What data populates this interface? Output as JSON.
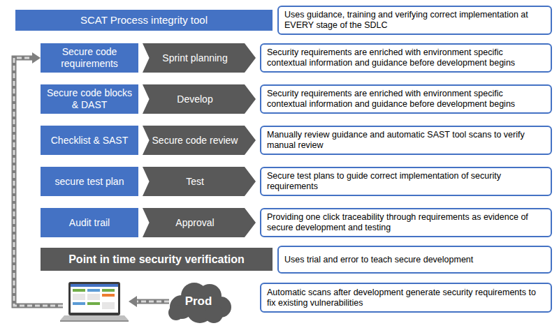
{
  "diagram": {
    "nodes": [
      {
        "text": [
          "SCAT Process integrity tool"
        ]
      },
      {
        "text": [
          "Uses guidance, training and verifying correct implementation at EVERY stage of the SDLC"
        ]
      },
      {
        "text": [
          "Secure code requirements"
        ]
      },
      {
        "text": [
          "Sprint planning"
        ]
      },
      {
        "text": [
          "Security requirements are enriched with environment specific contextual information and guidance before development begins"
        ]
      },
      {
        "text": [
          "Secure code blocks & DAST"
        ]
      },
      {
        "text": [
          "Develop"
        ]
      },
      {
        "text": [
          "Security requirements are enriched with environment specific contextual information and guidance before development begins"
        ]
      },
      {
        "text": [
          "Checklist & SAST"
        ]
      },
      {
        "text": [
          "Secure code review"
        ]
      },
      {
        "text": [
          "Manually review guidance and automatic SAST tool scans to verify manual review"
        ]
      },
      {
        "text": [
          "secure test plan"
        ]
      },
      {
        "text": [
          "Test"
        ]
      },
      {
        "text": [
          "Secure test plans to guide correct implementation of security requirements"
        ]
      },
      {
        "text": [
          "Audit trail"
        ]
      },
      {
        "text": [
          "Approval"
        ]
      },
      {
        "text": [
          "Providing one click traceability through requirements as evidence of secure development and testing"
        ]
      },
      {
        "text": [
          "Point in time security verification"
        ]
      },
      {
        "text": [
          "Uses trial and error to teach secure development"
        ]
      },
      {
        "text": [
          "Prod"
        ]
      },
      {
        "text": [
          "Automatic scans after development generate security requirements to fix existing vulnerabilities"
        ]
      }
    ]
  }
}
